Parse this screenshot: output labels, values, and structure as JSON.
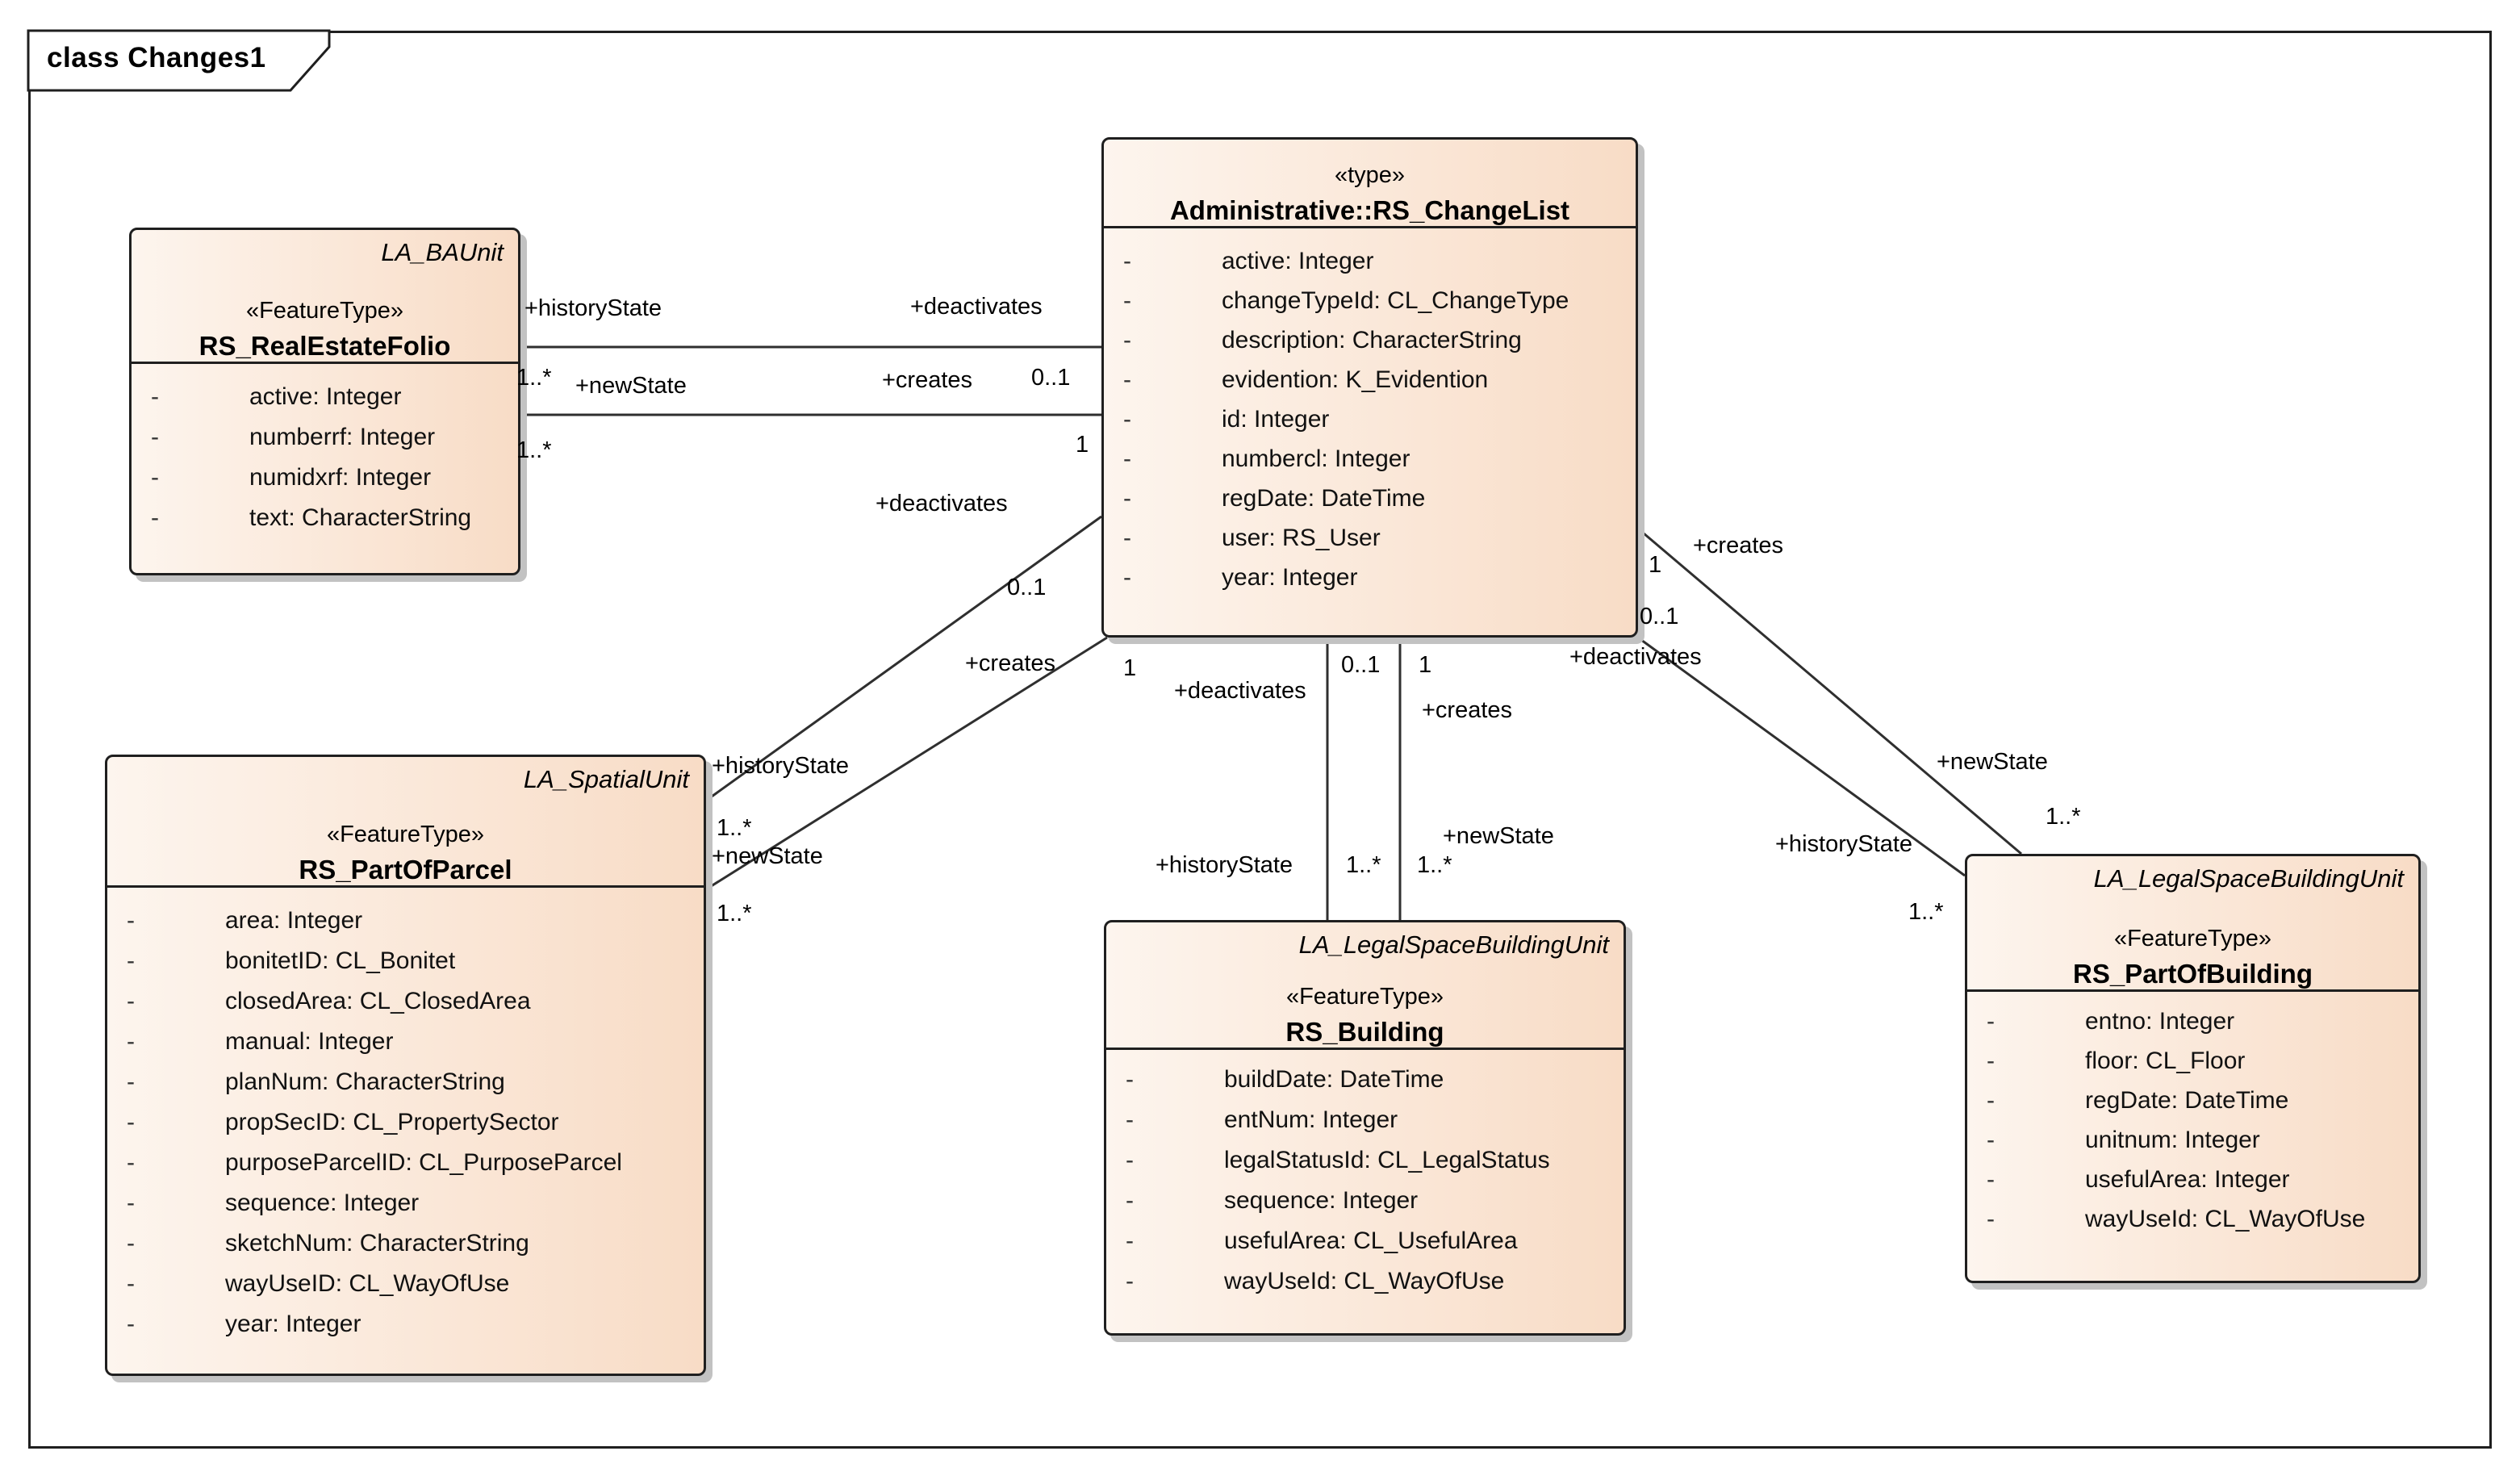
{
  "frame": {
    "title": "class Changes1"
  },
  "colors": {
    "box_fill_left": "#fdf5ee",
    "box_fill_right": "#f8dcc6",
    "line_color": "#2f2f2f",
    "border_color": "#1f1f1f"
  },
  "classes": [
    {
      "id": "realestatefolio",
      "parent": "LA_BAUnit",
      "stereotype": "«FeatureType»",
      "name": "RS_RealEstateFolio",
      "attributes": [
        {
          "visibility": "-",
          "text": "active: Integer"
        },
        {
          "visibility": "-",
          "text": "numberrf: Integer"
        },
        {
          "visibility": "-",
          "text": "numidxrf: Integer"
        },
        {
          "visibility": "-",
          "text": "text: CharacterString"
        }
      ]
    },
    {
      "id": "changelist",
      "parent": "",
      "stereotype": "«type»",
      "name": "Administrative::RS_ChangeList",
      "attributes": [
        {
          "visibility": "-",
          "text": "active: Integer"
        },
        {
          "visibility": "-",
          "text": "changeTypeId: CL_ChangeType"
        },
        {
          "visibility": "-",
          "text": "description: CharacterString"
        },
        {
          "visibility": "-",
          "text": "evidention: K_Evidention"
        },
        {
          "visibility": "-",
          "text": "id: Integer"
        },
        {
          "visibility": "-",
          "text": "numbercl: Integer"
        },
        {
          "visibility": "-",
          "text": "regDate: DateTime"
        },
        {
          "visibility": "-",
          "text": "user: RS_User"
        },
        {
          "visibility": "-",
          "text": "year: Integer"
        }
      ]
    },
    {
      "id": "partofparcel",
      "parent": "LA_SpatialUnit",
      "stereotype": "«FeatureType»",
      "name": "RS_PartOfParcel",
      "attributes": [
        {
          "visibility": "-",
          "text": "area: Integer"
        },
        {
          "visibility": "-",
          "text": "bonitetID: CL_Bonitet"
        },
        {
          "visibility": "-",
          "text": "closedArea: CL_ClosedArea"
        },
        {
          "visibility": "-",
          "text": "manual: Integer"
        },
        {
          "visibility": "-",
          "text": "planNum: CharacterString"
        },
        {
          "visibility": "-",
          "text": "propSecID: CL_PropertySector"
        },
        {
          "visibility": "-",
          "text": "purposeParcelID: CL_PurposeParcel"
        },
        {
          "visibility": "-",
          "text": "sequence: Integer"
        },
        {
          "visibility": "-",
          "text": "sketchNum: CharacterString"
        },
        {
          "visibility": "-",
          "text": "wayUseID: CL_WayOfUse"
        },
        {
          "visibility": "-",
          "text": "year: Integer"
        }
      ]
    },
    {
      "id": "building",
      "parent": "LA_LegalSpaceBuildingUnit",
      "stereotype": "«FeatureType»",
      "name": "RS_Building",
      "attributes": [
        {
          "visibility": "-",
          "text": "buildDate: DateTime"
        },
        {
          "visibility": "-",
          "text": "entNum: Integer"
        },
        {
          "visibility": "-",
          "text": "legalStatusId: CL_LegalStatus"
        },
        {
          "visibility": "-",
          "text": "sequence: Integer"
        },
        {
          "visibility": "-",
          "text": "usefulArea: CL_UsefulArea"
        },
        {
          "visibility": "-",
          "text": "wayUseId: CL_WayOfUse"
        }
      ]
    },
    {
      "id": "partofbuilding",
      "parent": "LA_LegalSpaceBuildingUnit",
      "stereotype": "«FeatureType»",
      "name": "RS_PartOfBuilding",
      "attributes": [
        {
          "visibility": "-",
          "text": "entno: Integer"
        },
        {
          "visibility": "-",
          "text": "floor: CL_Floor"
        },
        {
          "visibility": "-",
          "text": "regDate: DateTime"
        },
        {
          "visibility": "-",
          "text": "unitnum: Integer"
        },
        {
          "visibility": "-",
          "text": "usefulArea: Integer"
        },
        {
          "visibility": "-",
          "text": "wayUseId: CL_WayOfUse"
        }
      ]
    }
  ],
  "associations": [
    {
      "id": "folio-deactivates",
      "from": "Administrative::RS_ChangeList",
      "to": "RS_RealEstateFolio",
      "cl_role": "+deactivates",
      "cl_mult": "0..1",
      "other_role": "+historyState",
      "other_mult": "1..*"
    },
    {
      "id": "folio-creates",
      "from": "Administrative::RS_ChangeList",
      "to": "RS_RealEstateFolio",
      "cl_role": "+creates",
      "cl_mult": "1",
      "other_role": "+newState",
      "other_mult": "1..*"
    },
    {
      "id": "parcel-deactivates",
      "from": "Administrative::RS_ChangeList",
      "to": "RS_PartOfParcel",
      "cl_role": "+deactivates",
      "cl_mult": "0..1",
      "other_role": "+historyState",
      "other_mult": "1..*"
    },
    {
      "id": "parcel-creates",
      "from": "Administrative::RS_ChangeList",
      "to": "RS_PartOfParcel",
      "cl_role": "+creates",
      "cl_mult": "1",
      "other_role": "+newState",
      "other_mult": "1..*"
    },
    {
      "id": "building-deactivates",
      "from": "Administrative::RS_ChangeList",
      "to": "RS_Building",
      "cl_role": "+deactivates",
      "cl_mult": "0..1",
      "other_role": "+historyState",
      "other_mult": "1..*"
    },
    {
      "id": "building-creates",
      "from": "Administrative::RS_ChangeList",
      "to": "RS_Building",
      "cl_role": "+creates",
      "cl_mult": "1",
      "other_role": "+newState",
      "other_mult": "1..*"
    },
    {
      "id": "pob-creates",
      "from": "Administrative::RS_ChangeList",
      "to": "RS_PartOfBuilding",
      "cl_role": "+creates",
      "cl_mult": "1",
      "other_role": "+newState",
      "other_mult": "1..*"
    },
    {
      "id": "pob-deactivates",
      "from": "Administrative::RS_ChangeList",
      "to": "RS_PartOfBuilding",
      "cl_role": "+deactivates",
      "cl_mult": "0..1",
      "other_role": "+historyState",
      "other_mult": "1..*"
    }
  ]
}
